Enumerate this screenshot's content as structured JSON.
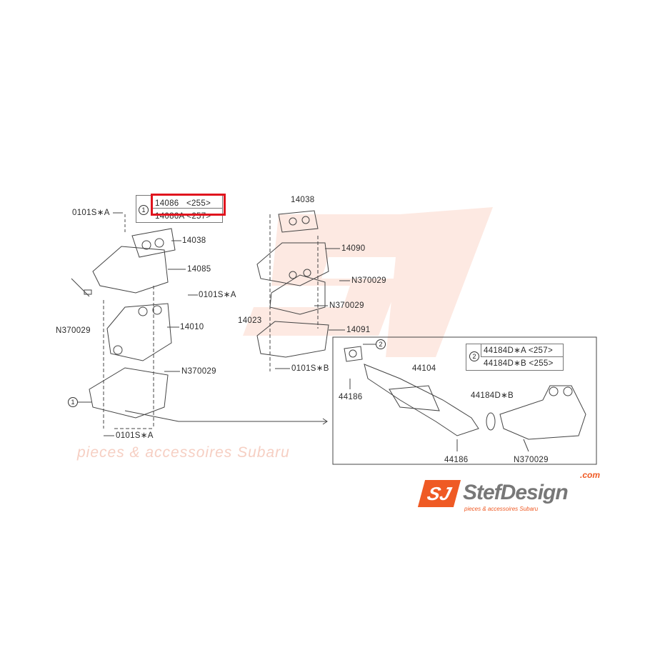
{
  "watermark": {
    "brand": "StefDesign",
    "domain": ".com",
    "tagline": "pieces & accessoires Subaru"
  },
  "callout_left": {
    "marker": "1",
    "rows": [
      "14086   <255>",
      "14086A <257>"
    ],
    "highlighted_row": 0,
    "highlight_color": "#e0141e"
  },
  "callout_right": {
    "marker": "2",
    "rows": [
      "44184D∗A <257>",
      "44184D∗B <255>"
    ]
  },
  "labels": {
    "l1": "0101S∗A",
    "l2": "14038",
    "l3": "14085",
    "l4": "0101S∗A",
    "l5": "N370029",
    "l6": "14010",
    "l7": "N370029",
    "l8": "1",
    "l9": "0101S∗A",
    "r1": "14038",
    "r2": "14090",
    "r3": "N370029",
    "r4": "N370029",
    "r5": "14023",
    "r6": "14091",
    "r7": "0101S∗B",
    "p1": "2",
    "p2": "44104",
    "p3": "44184D∗B",
    "p4": "44186",
    "p5": "44186",
    "p6": "N370029"
  },
  "logo": {
    "mark": "SJ",
    "brand": "StefDesign",
    "domain": ".com",
    "tagline": "pieces & accessoires Subaru",
    "accent": "#ef5a24"
  }
}
